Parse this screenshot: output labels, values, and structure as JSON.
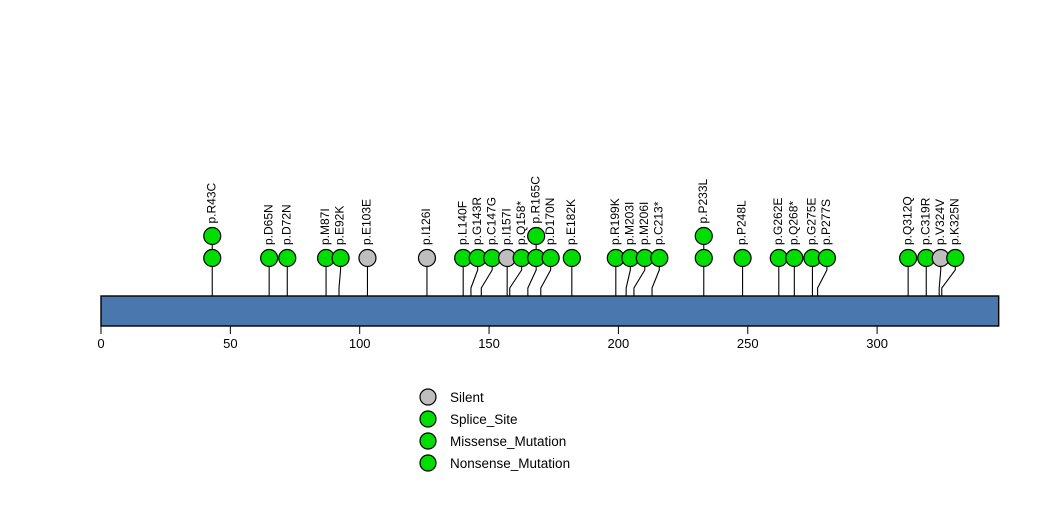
{
  "chart_data": {
    "type": "lollipop",
    "title": "",
    "xlabel": "",
    "ylabel": "",
    "xlim": [
      0,
      347
    ],
    "axis_ticks": [
      0,
      50,
      100,
      150,
      200,
      250,
      300
    ],
    "protein_bar": {
      "start": 0,
      "end": 347,
      "color": "#4a77ad",
      "border": "#000000"
    },
    "grid": false,
    "legend_position": "bottom-center",
    "colors": {
      "Silent": "#bebebe",
      "Splice_Site": "#00dd00",
      "Missense_Mutation": "#00dd00",
      "Nonsense_Mutation": "#00dd00",
      "bar": "#4a77ad",
      "stem": "#000000",
      "marker_border": "#000000"
    },
    "mutations": [
      {
        "label": "p.R43C",
        "position": 43,
        "count": 2,
        "type": "Missense_Mutation"
      },
      {
        "label": "p.D65N",
        "position": 65,
        "count": 1,
        "type": "Missense_Mutation"
      },
      {
        "label": "p.D72N",
        "position": 72,
        "count": 1,
        "type": "Missense_Mutation"
      },
      {
        "label": "p.M87I",
        "position": 87,
        "count": 1,
        "type": "Missense_Mutation"
      },
      {
        "label": "p.E92K",
        "position": 92,
        "count": 1,
        "type": "Missense_Mutation"
      },
      {
        "label": "p.E103E",
        "position": 103,
        "count": 1,
        "type": "Silent"
      },
      {
        "label": "p.I126I",
        "position": 126,
        "count": 1,
        "type": "Silent"
      },
      {
        "label": "p.L140F",
        "position": 140,
        "count": 1,
        "type": "Missense_Mutation"
      },
      {
        "label": "p.G143R",
        "position": 143,
        "count": 1,
        "type": "Missense_Mutation"
      },
      {
        "label": "p.C147G",
        "position": 147,
        "count": 1,
        "type": "Missense_Mutation"
      },
      {
        "label": "p.I157I",
        "position": 157,
        "count": 1,
        "type": "Silent"
      },
      {
        "label": "p.Q158*",
        "position": 158,
        "count": 1,
        "type": "Nonsense_Mutation"
      },
      {
        "label": "p.R165C",
        "position": 165,
        "count": 2,
        "type": "Missense_Mutation"
      },
      {
        "label": "p.D170N",
        "position": 170,
        "count": 1,
        "type": "Missense_Mutation"
      },
      {
        "label": "p.E182K",
        "position": 182,
        "count": 1,
        "type": "Missense_Mutation"
      },
      {
        "label": "p.R199K",
        "position": 199,
        "count": 1,
        "type": "Missense_Mutation"
      },
      {
        "label": "p.M203I",
        "position": 203,
        "count": 1,
        "type": "Missense_Mutation"
      },
      {
        "label": "p.M206I",
        "position": 206,
        "count": 1,
        "type": "Missense_Mutation"
      },
      {
        "label": "p.C213*",
        "position": 213,
        "count": 1,
        "type": "Nonsense_Mutation"
      },
      {
        "label": "p.P233L",
        "position": 233,
        "count": 2,
        "type": "Missense_Mutation"
      },
      {
        "label": "p.P248L",
        "position": 248,
        "count": 1,
        "type": "Missense_Mutation"
      },
      {
        "label": "p.G262E",
        "position": 262,
        "count": 1,
        "type": "Missense_Mutation"
      },
      {
        "label": "p.Q268*",
        "position": 268,
        "count": 1,
        "type": "Nonsense_Mutation"
      },
      {
        "label": "p.G275E",
        "position": 275,
        "count": 1,
        "type": "Missense_Mutation"
      },
      {
        "label": "p.P277S",
        "position": 277,
        "count": 1,
        "type": "Missense_Mutation"
      },
      {
        "label": "p.Q312Q",
        "position": 312,
        "count": 1,
        "type": "Missense_Mutation"
      },
      {
        "label": "p.C319R",
        "position": 319,
        "count": 1,
        "type": "Missense_Mutation"
      },
      {
        "label": "p.V324V",
        "position": 324,
        "count": 1,
        "type": "Silent"
      },
      {
        "label": "p.K325N",
        "position": 325,
        "count": 1,
        "type": "Missense_Mutation"
      }
    ],
    "legend": [
      {
        "label": "Silent",
        "color": "#bebebe"
      },
      {
        "label": "Splice_Site",
        "color": "#00dd00"
      },
      {
        "label": "Missense_Mutation",
        "color": "#00dd00"
      },
      {
        "label": "Nonsense_Mutation",
        "color": "#00dd00"
      }
    ]
  }
}
